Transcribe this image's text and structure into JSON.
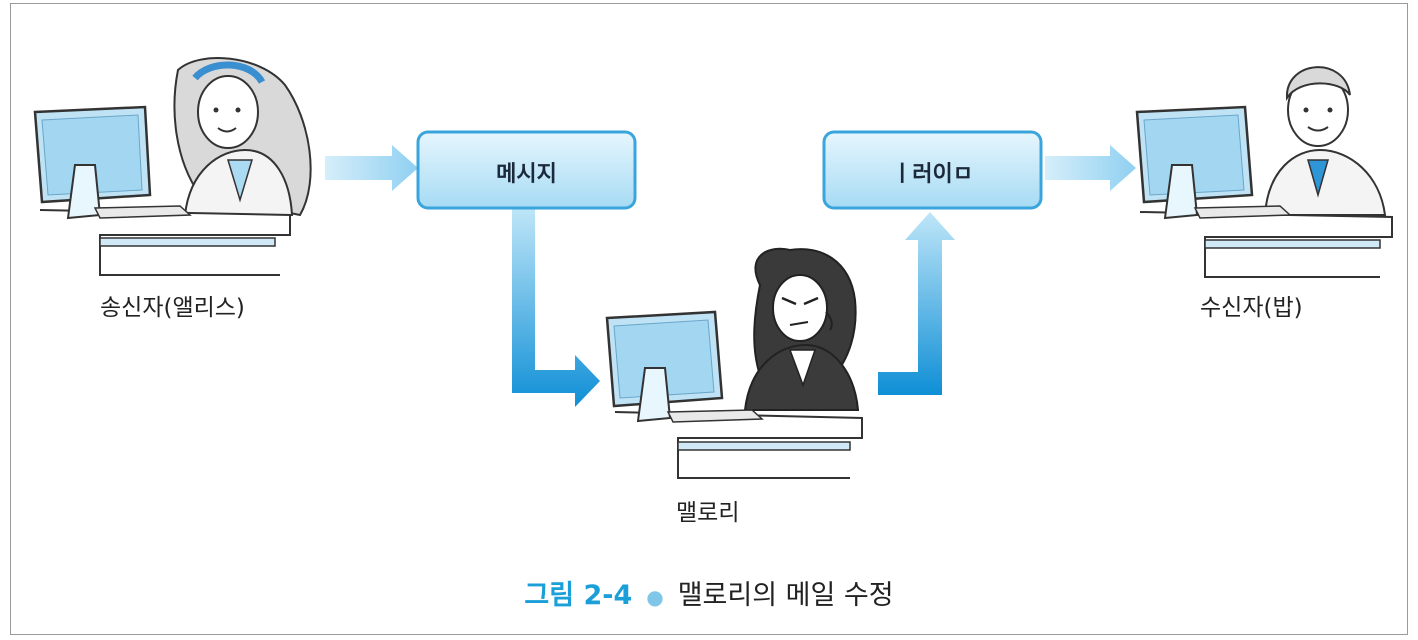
{
  "participants": {
    "sender": "송신자(앨리스)",
    "attacker": "맬로리",
    "receiver": "수신자(밥)"
  },
  "boxes": {
    "original": "메시지",
    "modified": "ㅣ러이ㅁ"
  },
  "caption": {
    "number": "그림 2-4",
    "title": "맬로리의 메일 수정"
  },
  "colors": {
    "arrow_light": "#a9dcf4",
    "arrow_dark": "#0f8fd6",
    "box_fill": "#bfe6f8",
    "box_border": "#3aa5dc",
    "monitor": "#bfe3f5",
    "caption_number": "#1a9fd8"
  }
}
